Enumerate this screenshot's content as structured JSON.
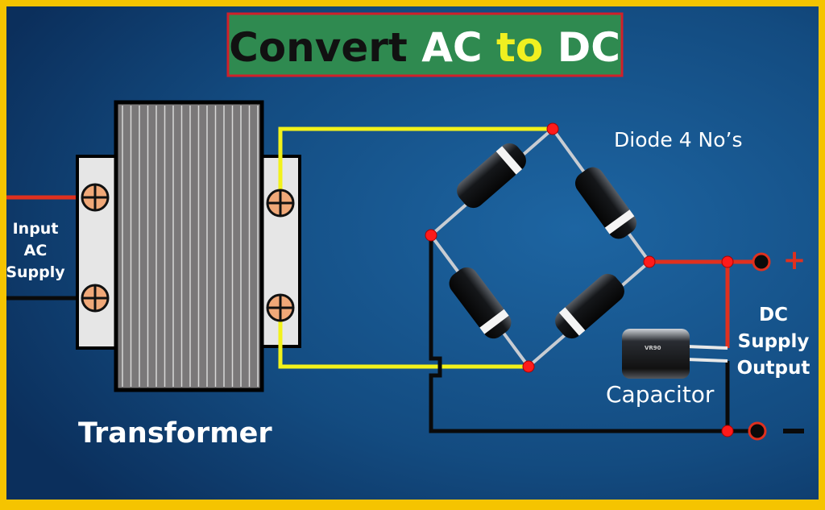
{
  "title": {
    "part1": "Convert ",
    "part2": "AC",
    "part3": " to ",
    "part4": "DC"
  },
  "labels": {
    "input": [
      "Input",
      "AC",
      "Supply"
    ],
    "transformer": "Transformer",
    "diodes": "Diode 4 No’s",
    "capacitor": "Capacitor",
    "output": [
      "DC",
      "Supply",
      "Output"
    ],
    "plus": "+",
    "minus": "−",
    "capacitor_marking": "VR90"
  },
  "colors": {
    "frame": "#f5c400",
    "title_bg": "#2f8a50",
    "title_border": "#d0202a",
    "positive_wire": "#e0301e",
    "negative_wire": "#0a0a0a",
    "secondary_wire": "#f2f21a",
    "node": "#ff1a1a"
  }
}
